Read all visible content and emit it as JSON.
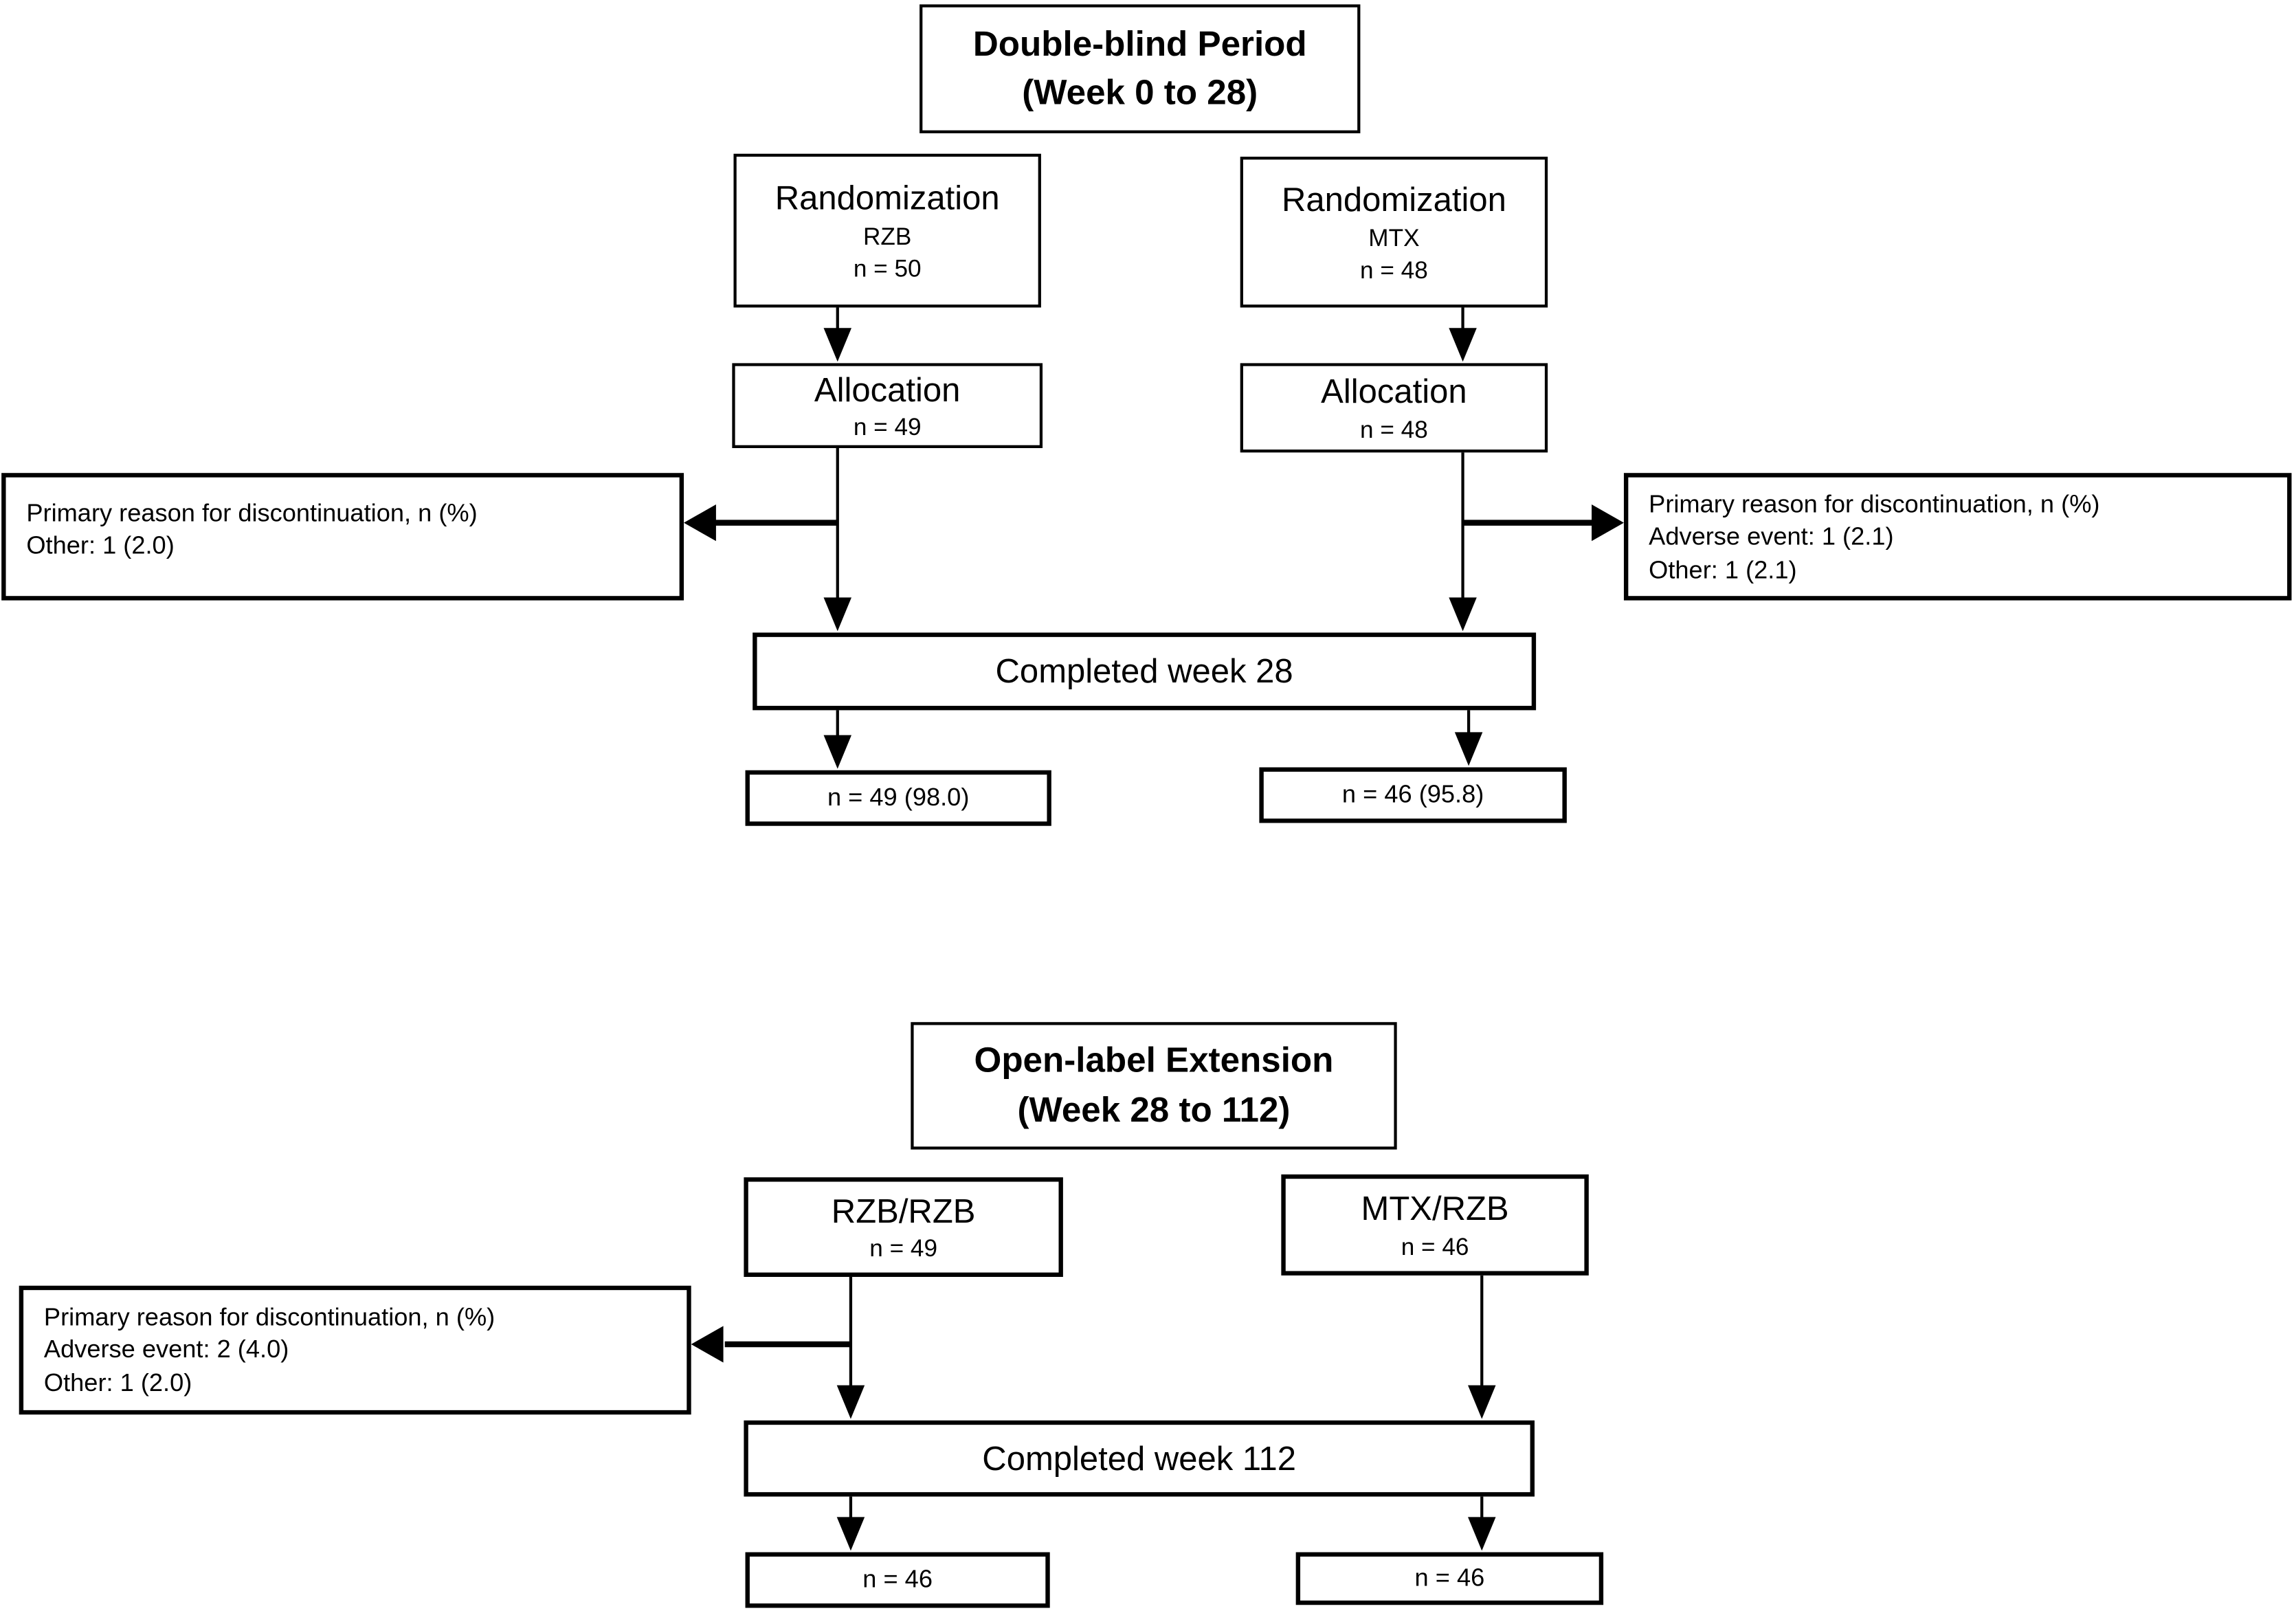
{
  "figure": {
    "background_color": "#ffffff",
    "line_color": "#000000",
    "box_fill_color": "#ffffff"
  },
  "double_blind": {
    "title": {
      "lines": [
        "Double-blind Period",
        "(Week 0 to 28)"
      ]
    },
    "randomization_rzb": {
      "lines": [
        "Randomization",
        "RZB",
        "n = 50"
      ]
    },
    "randomization_mtx": {
      "lines": [
        "Randomization",
        "MTX",
        "n = 48"
      ]
    },
    "allocation_rzb": {
      "lines": [
        "Allocation",
        "n = 49"
      ]
    },
    "allocation_mtx": {
      "lines": [
        "Allocation",
        "n = 48"
      ]
    },
    "discontinuation_rzb": {
      "lines": [
        "Primary reason for discontinuation, n (%)",
        "Other: 1 (2.0)"
      ]
    },
    "discontinuation_mtx": {
      "lines": [
        "Primary reason for discontinuation, n (%)",
        "Adverse event: 1 (2.1)",
        "Other: 1 (2.1)"
      ]
    },
    "completed": {
      "label": "Completed week 28"
    },
    "completed_rzb": {
      "label": "n = 49 (98.0)"
    },
    "completed_mtx": {
      "label": "n = 46 (95.8)"
    }
  },
  "open_label": {
    "title": {
      "lines": [
        "Open-label Extension",
        "(Week 28 to 112)"
      ]
    },
    "arm_rzb_rzb": {
      "lines": [
        "RZB/RZB",
        "n = 49"
      ]
    },
    "arm_mtx_rzb": {
      "lines": [
        "MTX/RZB",
        "n = 46"
      ]
    },
    "discontinuation_rzb": {
      "lines": [
        "Primary reason for discontinuation, n (%)",
        "Adverse event: 2 (4.0)",
        "Other: 1 (2.0)"
      ]
    },
    "completed": {
      "label": "Completed week 112"
    },
    "completed_rzb": {
      "label": "n = 46"
    },
    "completed_mtx": {
      "label": "n = 46"
    }
  }
}
